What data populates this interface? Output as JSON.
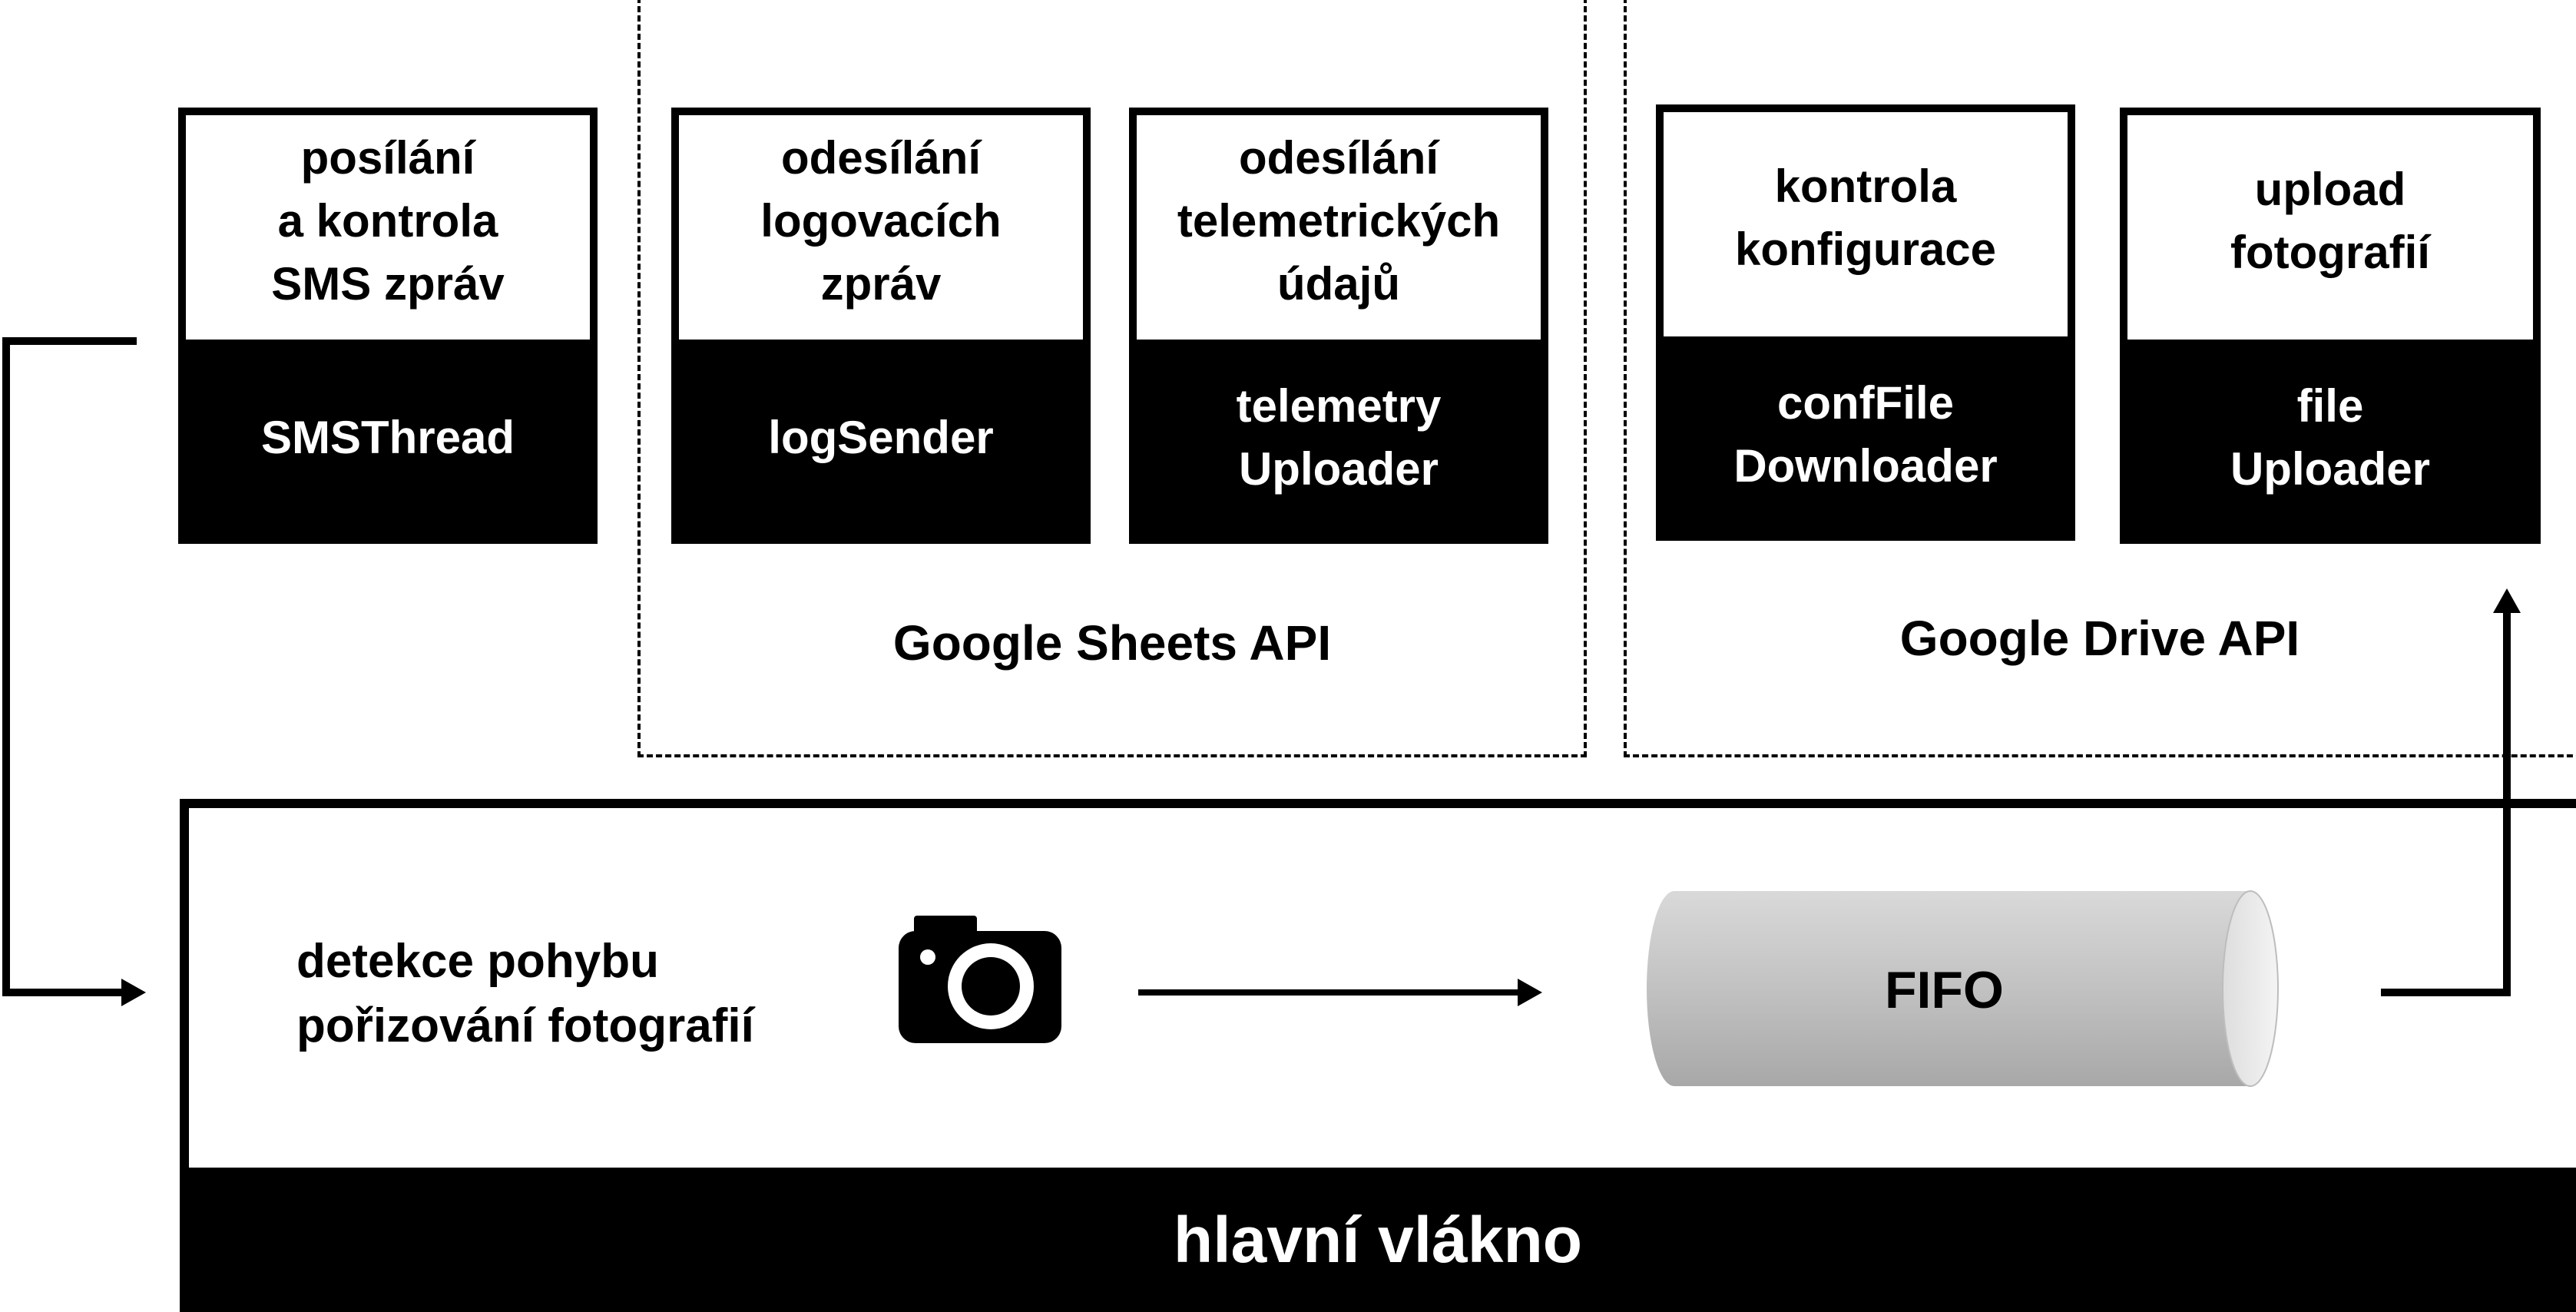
{
  "threads": [
    {
      "id": "sms",
      "description": "posílání\na kontrola\nSMS zpráv",
      "name": "SMSThread"
    },
    {
      "id": "log",
      "description": "odesílání\nlogovacích\nzpráv",
      "name": "logSender"
    },
    {
      "id": "telemetry",
      "description": "odesílání\ntelemetrických\núdajů",
      "name": "telemetry\nUploader"
    },
    {
      "id": "conf",
      "description": "kontrola\nkonfigurace",
      "name": "confFile\nDownloader"
    },
    {
      "id": "file",
      "description": "upload\nfotografií",
      "name": "file\nUploader"
    }
  ],
  "groups": {
    "sheets": {
      "label": "Google Sheets API"
    },
    "drive": {
      "label": "Google Drive API"
    }
  },
  "main_thread": {
    "label": "hlavní vlákno",
    "activity": "detekce pohybu\npořizování fotografií",
    "queue_label": "FIFO",
    "camera_icon": "camera-icon"
  }
}
